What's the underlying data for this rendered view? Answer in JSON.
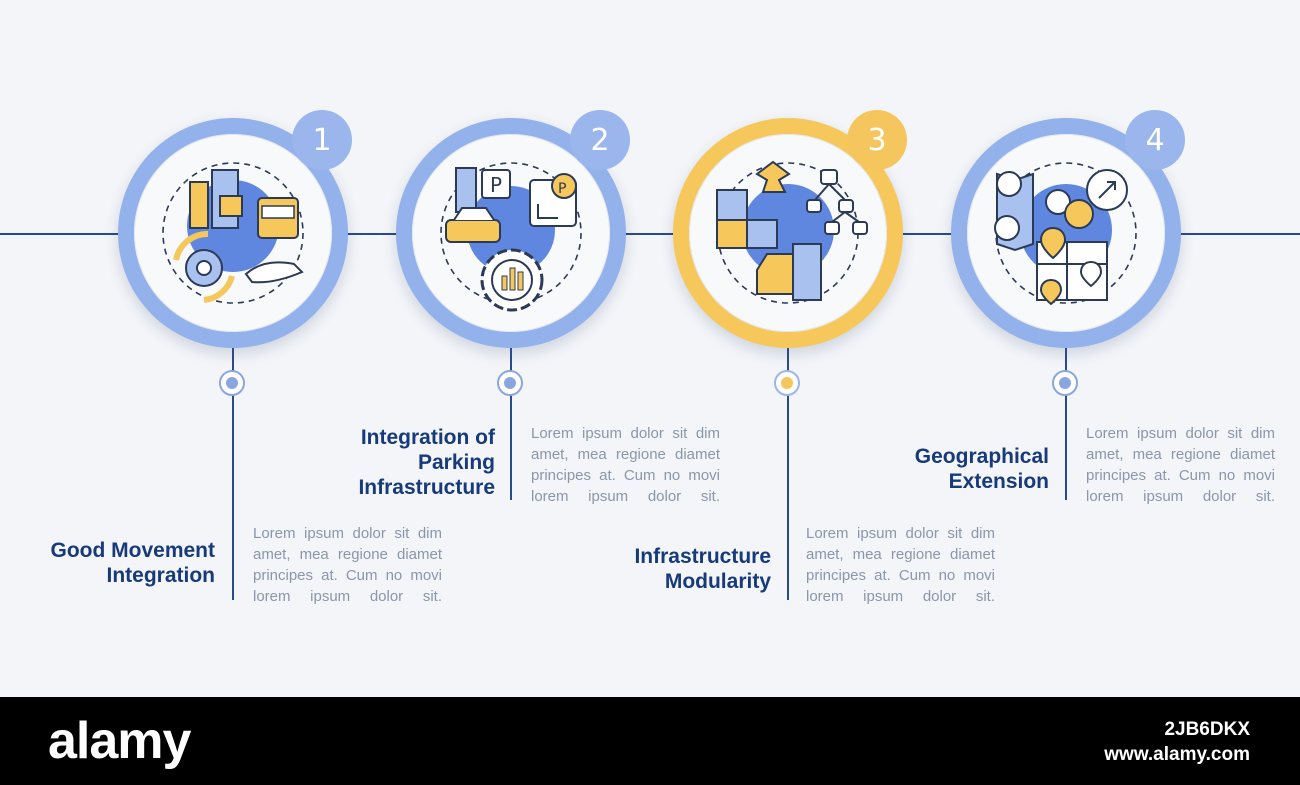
{
  "steps": [
    {
      "number": "1",
      "title_lines": [
        "Good Movement",
        "Integration"
      ],
      "description_lines": [
        "Lorem ipsum dolor sit dim",
        "amet, mea regione diamet",
        "principes at. Cum no movi",
        "lorem ipsum dolor sit."
      ],
      "icon": "logistics-integration-icon",
      "accent": "#93b1ea"
    },
    {
      "number": "2",
      "title_lines": [
        "Integration of",
        "Parking",
        "Infrastructure"
      ],
      "description_lines": [
        "Lorem ipsum dolor sit dim",
        "amet, mea regione diamet",
        "principes at. Cum no movi",
        "lorem ipsum dolor sit."
      ],
      "icon": "parking-infrastructure-icon",
      "accent": "#93b1ea"
    },
    {
      "number": "3",
      "title_lines": [
        "Infrastructure",
        "Modularity"
      ],
      "description_lines": [
        "Lorem ipsum dolor sit dim",
        "amet, mea regione diamet",
        "principes at. Cum no movi",
        "lorem ipsum dolor sit."
      ],
      "icon": "puzzle-modularity-icon",
      "accent": "#f6c85c"
    },
    {
      "number": "4",
      "title_lines": [
        "Geographical",
        "Extension"
      ],
      "description_lines": [
        "Lorem ipsum dolor sit dim",
        "amet, mea regione diamet",
        "principes at. Cum no movi",
        "lorem ipsum dolor sit."
      ],
      "icon": "map-extension-icon",
      "accent": "#93b1ea"
    }
  ],
  "footer": {
    "brand": "alamy",
    "image_id": "2JB6DKX",
    "url": "www.alamy.com"
  },
  "colors": {
    "blue_accent": "#93b1ea",
    "gold_accent": "#f6c85c",
    "navy": "#173a7a",
    "line": "#2a4a8a"
  }
}
